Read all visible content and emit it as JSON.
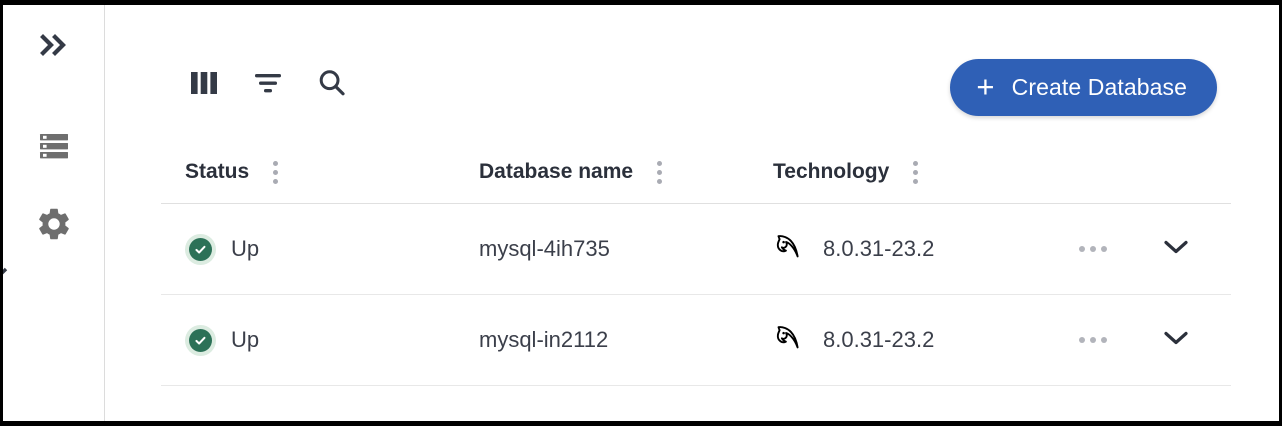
{
  "sidebar": {
    "collapse_toggle": {
      "icon": "chevron-double-right-icon",
      "label": "Expand navigation"
    },
    "items": [
      {
        "icon": "database-stack-icon",
        "label": "Databases"
      },
      {
        "icon": "gear-icon",
        "label": "Settings"
      }
    ]
  },
  "toolbar": {
    "columns": {
      "icon": "columns-icon",
      "label": "Columns"
    },
    "filter": {
      "icon": "filter-icon",
      "label": "Filter"
    },
    "search": {
      "icon": "search-icon",
      "label": "Search"
    },
    "create_button": {
      "label": "Create Database",
      "plus": "+",
      "color": "#2f60b6",
      "text_color": "#ffffff"
    }
  },
  "table": {
    "columns": [
      {
        "label": "Status",
        "menu_icon": "dots-vertical-icon"
      },
      {
        "label": "Database name",
        "menu_icon": "dots-vertical-icon"
      },
      {
        "label": "Technology",
        "menu_icon": "dots-vertical-icon"
      }
    ],
    "rows": [
      {
        "status": {
          "text": "Up",
          "icon": "check-circle-icon",
          "color": "#2c7157",
          "halo": "#dcece1"
        },
        "name": "mysql-4ih735",
        "technology": {
          "icon": "mysql-dolphin-icon",
          "version": "8.0.31-23.2"
        },
        "more_icon": "dots-horizontal-icon",
        "expand_icon": "chevron-down-icon"
      },
      {
        "status": {
          "text": "Up",
          "icon": "check-circle-icon",
          "color": "#2c7157",
          "halo": "#dcece1"
        },
        "name": "mysql-in2112",
        "technology": {
          "icon": "mysql-dolphin-icon",
          "version": "8.0.31-23.2"
        },
        "more_icon": "dots-horizontal-icon",
        "expand_icon": "chevron-down-icon"
      }
    ]
  },
  "colors": {
    "accent": "#2f60b6",
    "status_green": "#2c7157",
    "status_green_halo": "#dcece1",
    "text": "#3b3f4a",
    "heading": "#2b303b",
    "icon_dark": "#343a46",
    "icon_gray": "#6e6e6e",
    "divider": "#e0e0e0"
  }
}
